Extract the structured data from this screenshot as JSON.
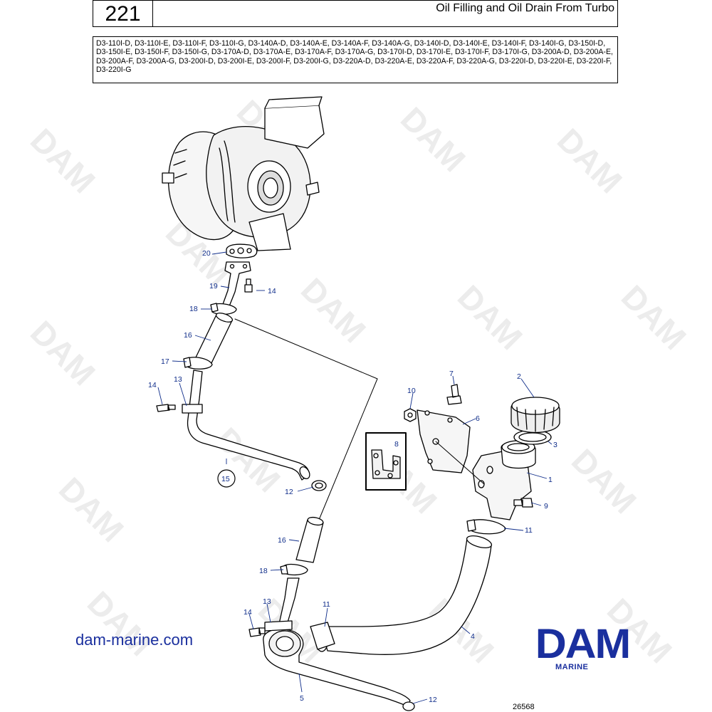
{
  "header": {
    "page_number": "221",
    "title": "Oil Filling and Oil Drain From Turbo"
  },
  "models": "D3-110I-D, D3-110I-E, D3-110I-F, D3-110I-G, D3-140A-D, D3-140A-E, D3-140A-F, D3-140A-G, D3-140I-D, D3-140I-E, D3-140I-F, D3-140I-G, D3-150I-D, D3-150I-E, D3-150I-F, D3-150I-G, D3-170A-D, D3-170A-E, D3-170A-F, D3-170A-G, D3-170I-D, D3-170I-E, D3-170I-F, D3-170I-G, D3-200A-D, D3-200A-E, D3-200A-F, D3-200A-G, D3-200I-D, D3-200I-E, D3-200I-F, D3-200I-G, D3-220A-D, D3-220A-E, D3-220A-F, D3-220A-G, D3-220I-D, D3-220I-E, D3-220I-F, D3-220I-G",
  "callouts": {
    "c1": "1",
    "c2": "2",
    "c3": "3",
    "c4": "4",
    "c5": "5",
    "c6": "6",
    "c7": "7",
    "c8": "8",
    "c9": "9",
    "c10": "10",
    "c11a": "11",
    "c11b": "11",
    "c12a": "12",
    "c12b": "12",
    "c13a": "13",
    "c13b": "13",
    "c14a": "14",
    "c14b": "14",
    "c14c": "14",
    "c15": "15",
    "c16a": "16",
    "c16b": "16",
    "c17": "17",
    "c18a": "18",
    "c18b": "18",
    "c19": "19",
    "c20": "20"
  },
  "watermark": "DAM",
  "website": "dam-marine.com",
  "brand": {
    "logo": "DAM",
    "sub": "MARINE"
  },
  "diagram_number": "26568",
  "colors": {
    "brand_blue": "#1a2f9e",
    "callout_blue": "#0f2d8a"
  }
}
